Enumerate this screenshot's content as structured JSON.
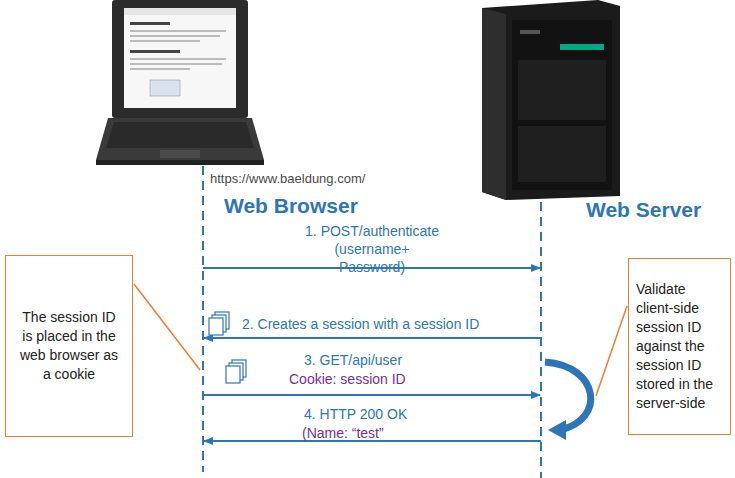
{
  "diagram": {
    "nodes": [
      {
        "text": [
          "The session ID is placed in the web browser as a cookie"
        ]
      },
      {
        "text": [
          "Validate client-side session ID against the session ID stored in the server-side"
        ]
      }
    ],
    "labels": [
      "https://www.baeldung.com/",
      "Web Browser",
      "Web Server",
      "1. POST/authenticate (username+ Password)",
      "2. Creates a session with a session ID",
      "3. GET/api/user",
      "Cookie: session ID",
      "4. HTTP 200 OK",
      "(Name: “test”"
    ]
  }
}
